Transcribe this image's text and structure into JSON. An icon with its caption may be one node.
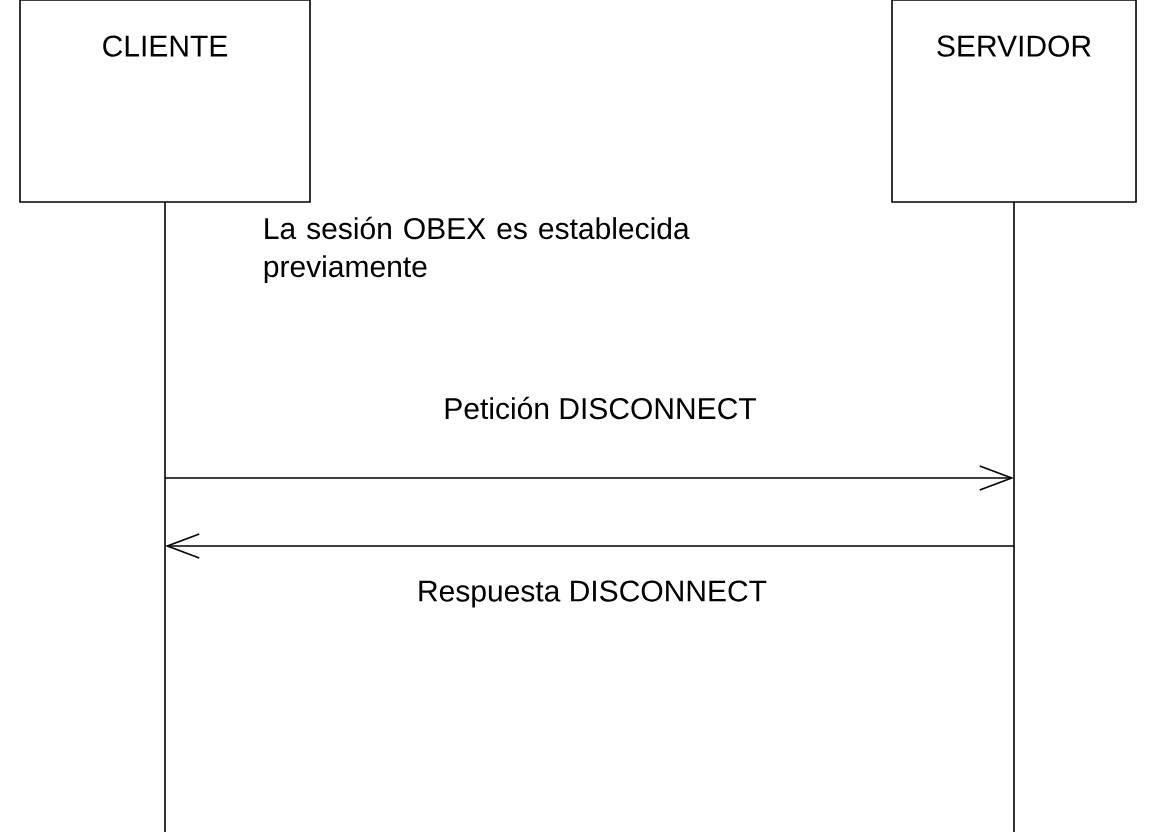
{
  "diagram": {
    "nodes": [
      {
        "text": [
          "CLIENTE"
        ]
      },
      {
        "text": [
          "SERVIDOR"
        ]
      }
    ],
    "edges": [
      {
        "from": 0,
        "to": 1,
        "arrow": "to",
        "label": "Petición DISCONNECT"
      },
      {
        "from": 1,
        "to": 0,
        "arrow": "to",
        "label": "Respuesta DISCONNECT"
      }
    ],
    "labels": [
      "La sesión OBEX es establecida previamente"
    ]
  }
}
